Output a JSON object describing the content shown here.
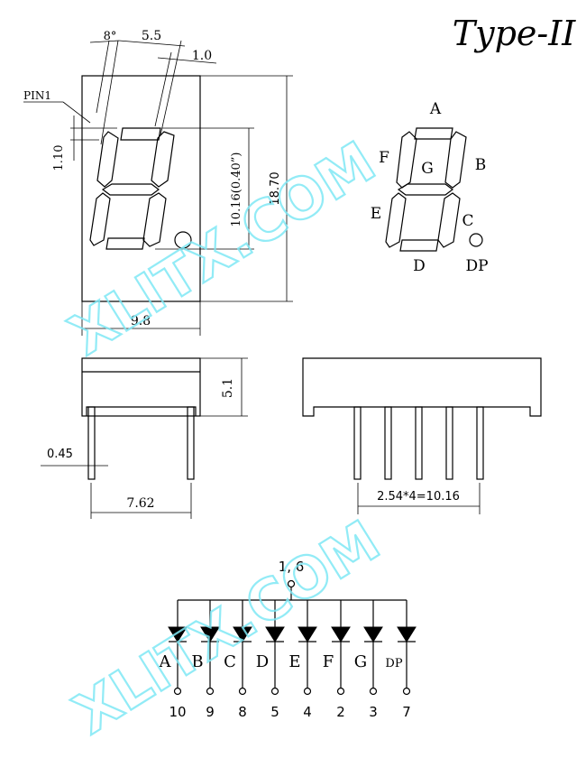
{
  "title": "Type-II",
  "front_view": {
    "pin1_label": "PIN1",
    "angle_label": "8°",
    "digit_width_label": "5.5",
    "segment_width_label": "1.0",
    "top_offset_label": "1.10",
    "digit_height_label": "10.16(0.40”)",
    "body_height_label": "18.70",
    "body_width_label": "9.8"
  },
  "segment_map": {
    "labels": {
      "a": "A",
      "b": "B",
      "c": "C",
      "d": "D",
      "e": "E",
      "f": "F",
      "g": "G",
      "dp": "DP"
    }
  },
  "side_view": {
    "height_label": "5.1",
    "pin_width_label": "0.45",
    "row_spacing_label": "7.62"
  },
  "bottom_view": {
    "pitch_label": "2.54*4=10.16"
  },
  "schematic": {
    "common_pin_label": "1, 6",
    "diodes": [
      {
        "segment": "A",
        "pin": "10"
      },
      {
        "segment": "B",
        "pin": "9"
      },
      {
        "segment": "C",
        "pin": "8"
      },
      {
        "segment": "D",
        "pin": "5"
      },
      {
        "segment": "E",
        "pin": "4"
      },
      {
        "segment": "F",
        "pin": "2"
      },
      {
        "segment": "G",
        "pin": "3"
      },
      {
        "segment": "DP",
        "pin": "7"
      }
    ]
  },
  "watermarks": [
    "XLITX.COM",
    "XLITX.COM"
  ]
}
